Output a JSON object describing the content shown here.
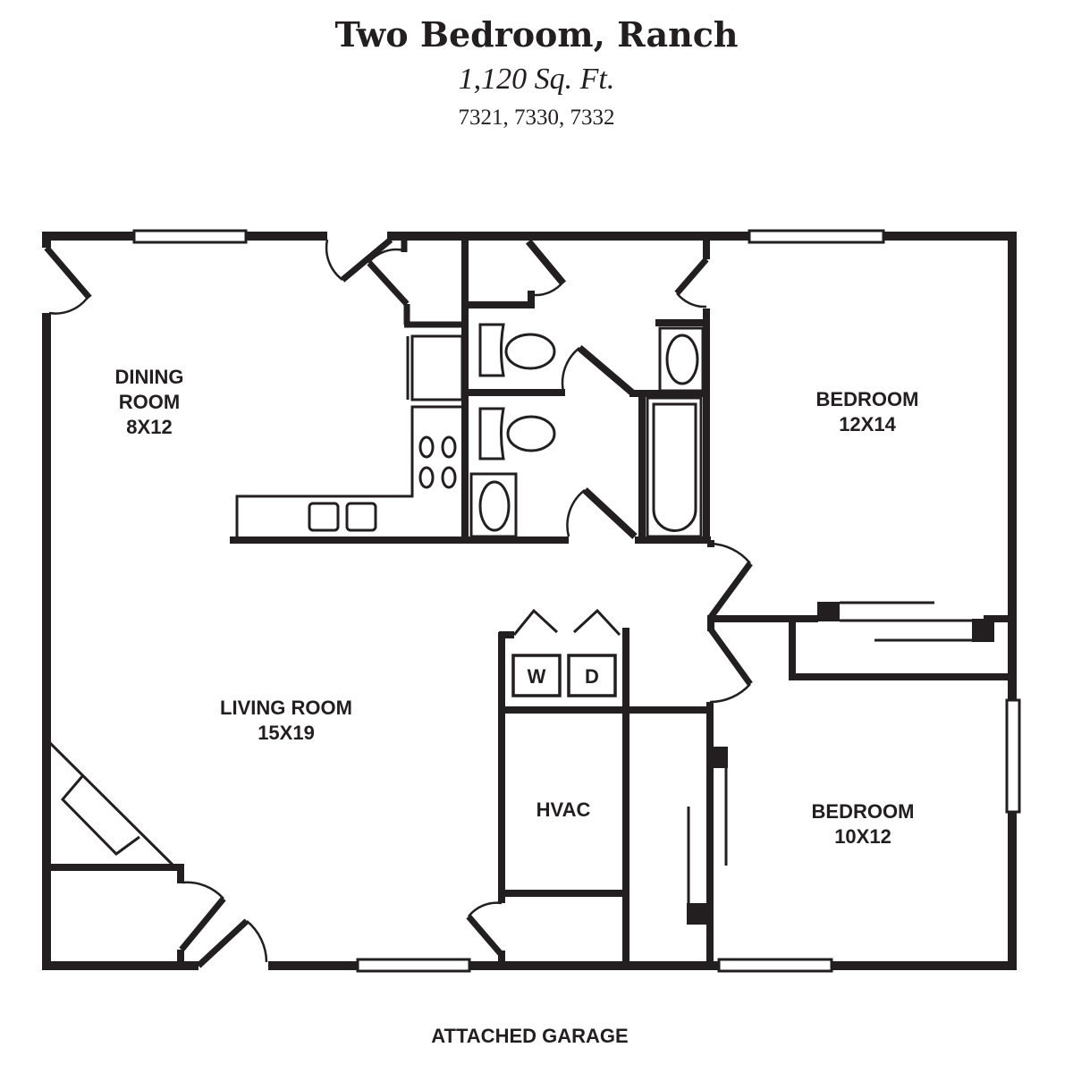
{
  "header": {
    "title": "Two Bedroom, Ranch",
    "square_feet": "1,120 Sq. Ft.",
    "unit_numbers": "7321, 7330, 7332"
  },
  "rooms": {
    "dining": {
      "name_line1": "DINING",
      "name_line2": "ROOM",
      "size": "8X12"
    },
    "living": {
      "name": "LIVING ROOM",
      "size": "15X19"
    },
    "bedroom_1": {
      "name": "BEDROOM",
      "size": "12X14"
    },
    "bedroom_2": {
      "name": "BEDROOM",
      "size": "10X12"
    },
    "hvac": {
      "name": "HVAC"
    }
  },
  "appliances": {
    "washer": "W",
    "dryer": "D"
  },
  "footer": {
    "garage_label": "ATTACHED GARAGE"
  },
  "colors": {
    "wall": "#231f20",
    "background": "#ffffff"
  }
}
